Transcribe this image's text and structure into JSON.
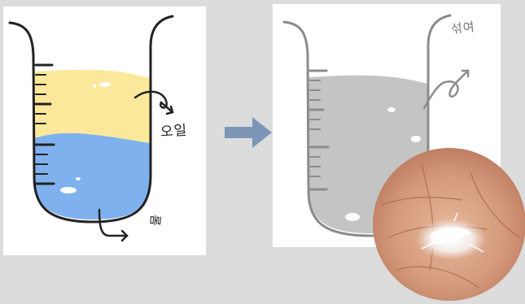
{
  "labels": {
    "oil": "오일",
    "water": "물",
    "mixed": "섞여"
  },
  "colors": {
    "background": "#dcdcdc",
    "oil_layer": "#fbe89a",
    "water_layer": "#7fb1ee",
    "mixed_layer": "#c4c4c4",
    "arrow": "#7d96b8",
    "outline": "#222222",
    "outline_faded": "#8c8c8c"
  },
  "icons": {
    "transition": "arrow-right-icon",
    "pour_out": "curved-arrow-icon"
  }
}
